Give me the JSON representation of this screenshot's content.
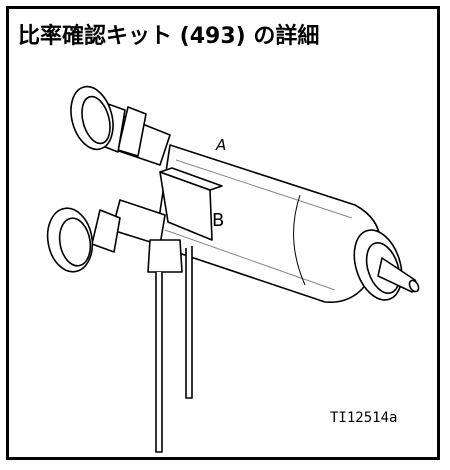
{
  "title": "比率確認キット (493) の詳細",
  "labels": {
    "a": "A",
    "b": "B"
  },
  "figure_id": "TI12514a"
}
